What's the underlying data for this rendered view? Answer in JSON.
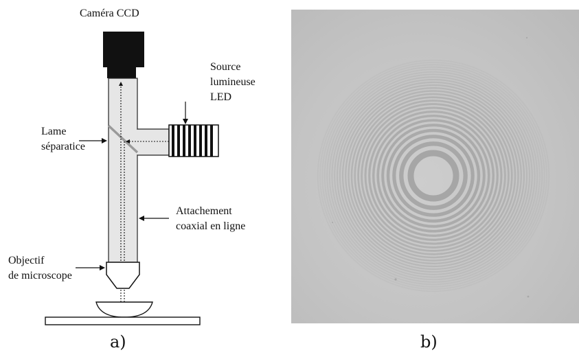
{
  "panel_a": {
    "labels": {
      "camera": "Caméra CCD",
      "source": [
        "Source",
        "lumineuse",
        "LED"
      ],
      "splitter": [
        "Lame",
        "séparatice"
      ],
      "coaxial": [
        "Attachement",
        "coaxial en ligne"
      ],
      "objective": [
        "Objectif",
        "de microscope"
      ]
    },
    "caption": "a)"
  },
  "panel_b": {
    "caption": "b)"
  }
}
